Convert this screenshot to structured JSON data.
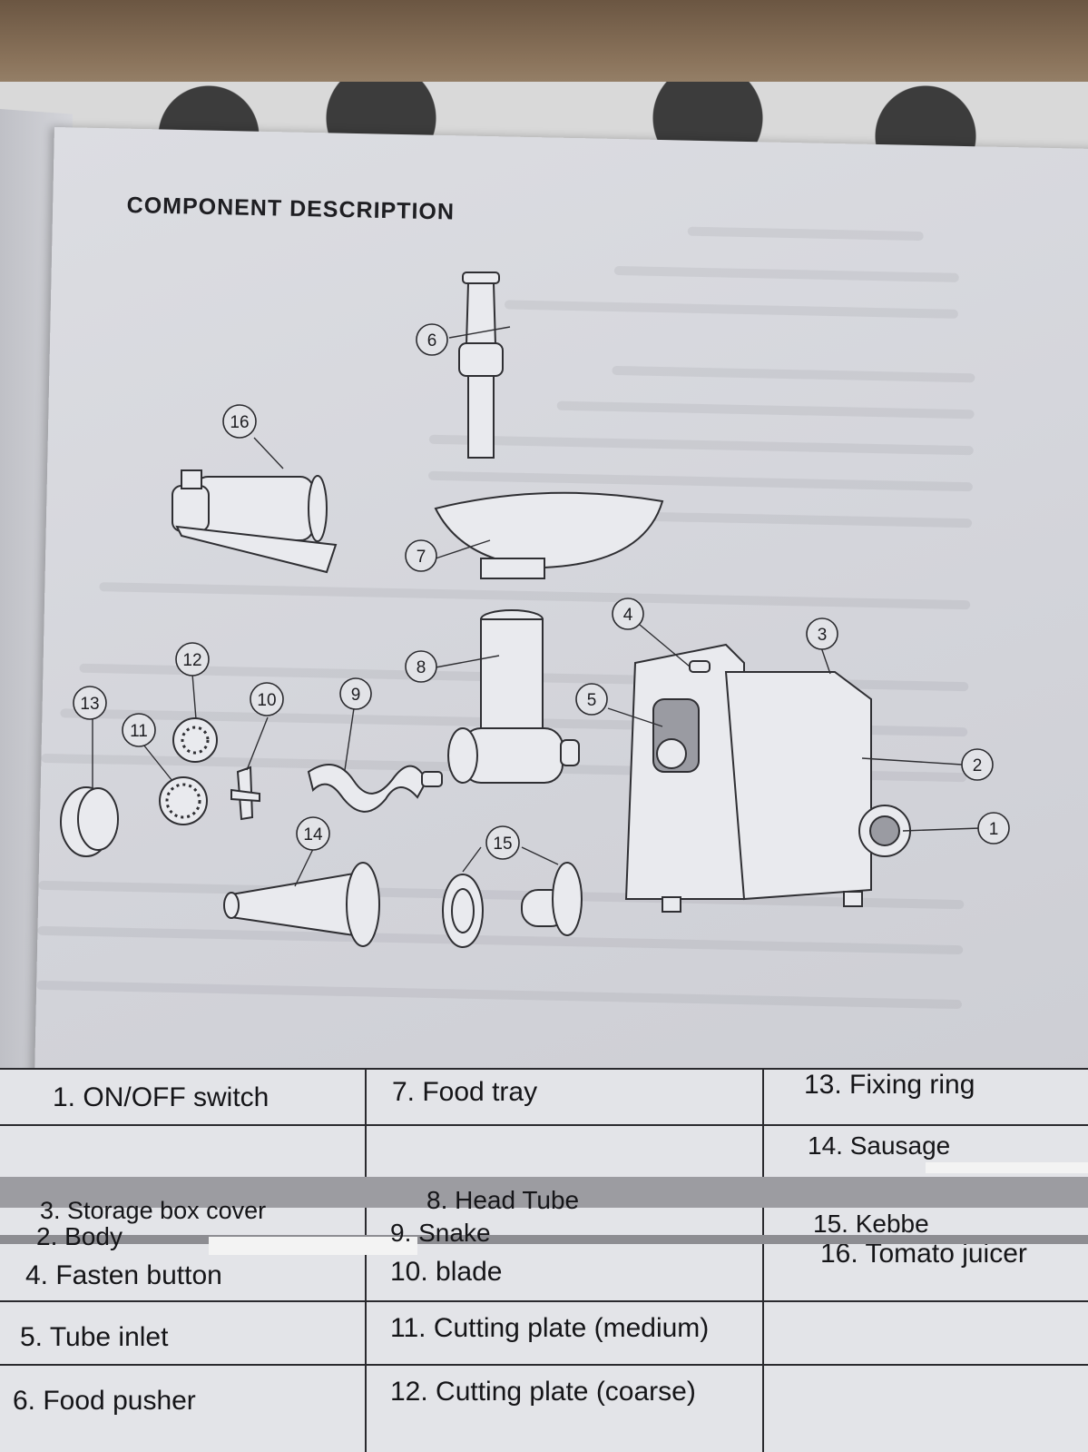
{
  "document": {
    "title": "COMPONENT DESCRIPTION"
  },
  "diagram": {
    "callouts": [
      "1",
      "2",
      "3",
      "4",
      "5",
      "6",
      "7",
      "8",
      "9",
      "10",
      "11",
      "12",
      "13",
      "14",
      "15",
      "16"
    ]
  },
  "components": [
    {
      "label": "1. ON/OFF switch"
    },
    {
      "label": "2. Body"
    },
    {
      "label": "3. Storage box cover"
    },
    {
      "label": "4. Fasten button"
    },
    {
      "label": "5. Tube inlet"
    },
    {
      "label": "6. Food pusher"
    },
    {
      "label": "7. Food tray"
    },
    {
      "label": "8. Head Tube"
    },
    {
      "label": "9. Snake"
    },
    {
      "label": "10. blade"
    },
    {
      "label": "11. Cutting plate (medium)"
    },
    {
      "label": "12. Cutting plate (coarse)"
    },
    {
      "label": "13. Fixing ring"
    },
    {
      "label": "14. Sausage"
    },
    {
      "label": "15. Kebbe"
    },
    {
      "label": "16. Tomato juicer"
    }
  ]
}
